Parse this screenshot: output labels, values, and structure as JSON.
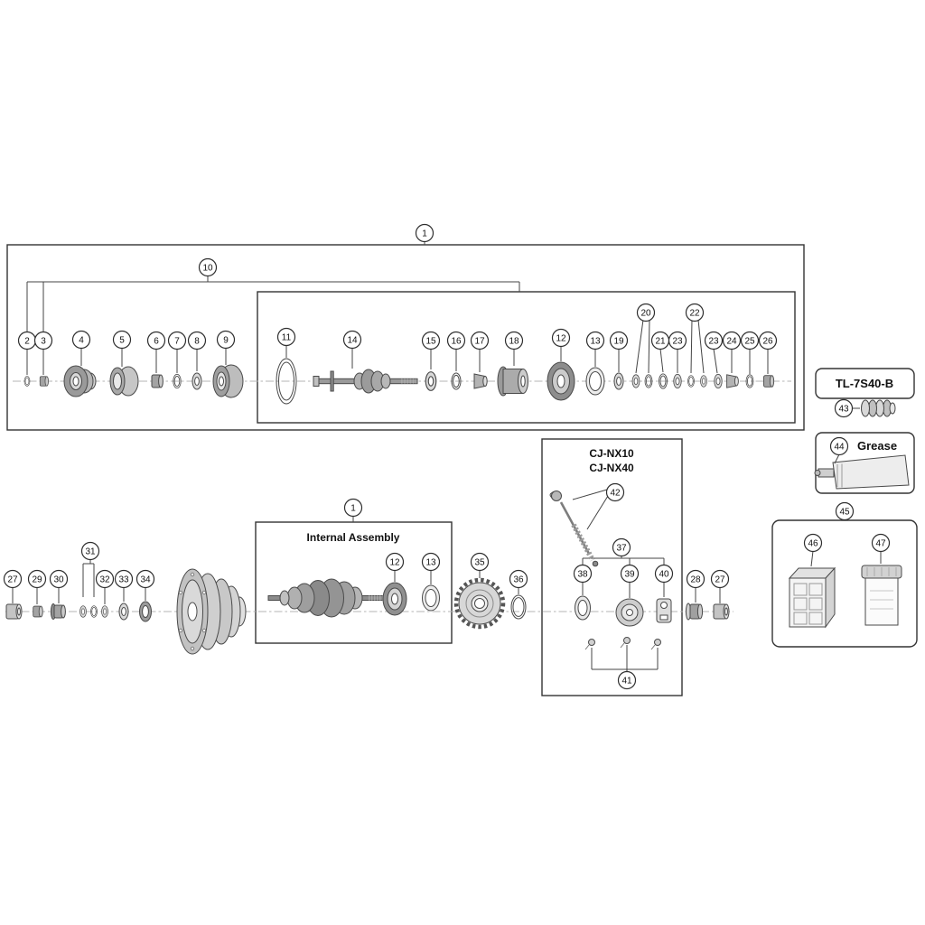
{
  "diagram": {
    "type": "exploded-parts-diagram",
    "subject": "internal gear hub parts schematic",
    "background": "#ffffff",
    "line_color": "#444444"
  },
  "boxes": {
    "tl_label": "TL-7S40-B",
    "grease_label": "Grease",
    "cj_label_line1": "CJ-NX10",
    "cj_label_line2": "CJ-NX40",
    "internal_assembly_label": "Internal Assembly"
  },
  "callouts": {
    "top_box": "1",
    "group10": "10",
    "p2": "2",
    "p3": "3",
    "p4": "4",
    "p5": "5",
    "p6": "6",
    "p7": "7",
    "p8": "8",
    "p9": "9",
    "p11": "11",
    "p14": "14",
    "p15": "15",
    "p16": "16",
    "p17": "17",
    "p18": "18",
    "p12": "12",
    "p13": "13",
    "p19": "19",
    "p20": "20",
    "p21": "21",
    "p22": "22",
    "p23a": "23",
    "p23b": "23",
    "p24": "24",
    "p25": "25",
    "p26": "26",
    "p43": "43",
    "p44": "44",
    "p27a": "27",
    "p29": "29",
    "p30": "30",
    "p31": "31",
    "p32": "32",
    "p33": "33",
    "p34": "34",
    "ia_box": "1",
    "p12b": "12",
    "p13b": "13",
    "p35": "35",
    "p36": "36",
    "p42": "42",
    "p37": "37",
    "p38": "38",
    "p39": "39",
    "p40": "40",
    "p41": "41",
    "p28": "28",
    "p27b": "27",
    "p45": "45",
    "p46": "46",
    "p47": "47"
  }
}
